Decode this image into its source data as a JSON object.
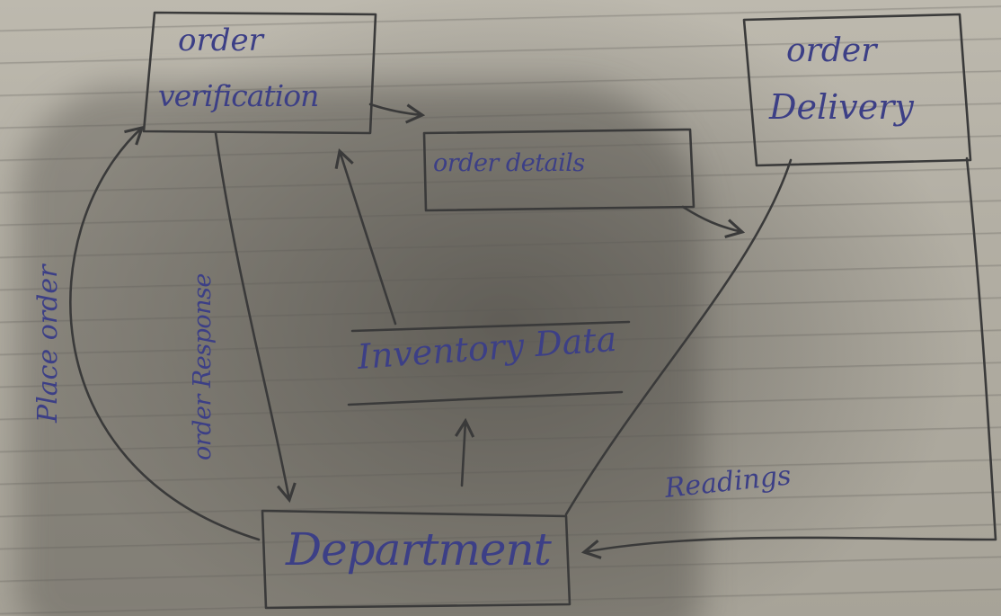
{
  "nodes": {
    "order_verification": {
      "line1": "order",
      "line2": "verification"
    },
    "order_delivery": {
      "line1": "order",
      "line2": "Delivery"
    },
    "order_details": {
      "label": "order details"
    },
    "inventory_data": {
      "label": "Inventory Data"
    },
    "department": {
      "label": "Department"
    }
  },
  "flows": {
    "place_order": "Place order",
    "order_response": "order Response",
    "readings": "Readings"
  },
  "colors": {
    "ink_blue": "#3c3f86",
    "pencil": "#3a3a3a",
    "paper": "#b4b0a5"
  }
}
